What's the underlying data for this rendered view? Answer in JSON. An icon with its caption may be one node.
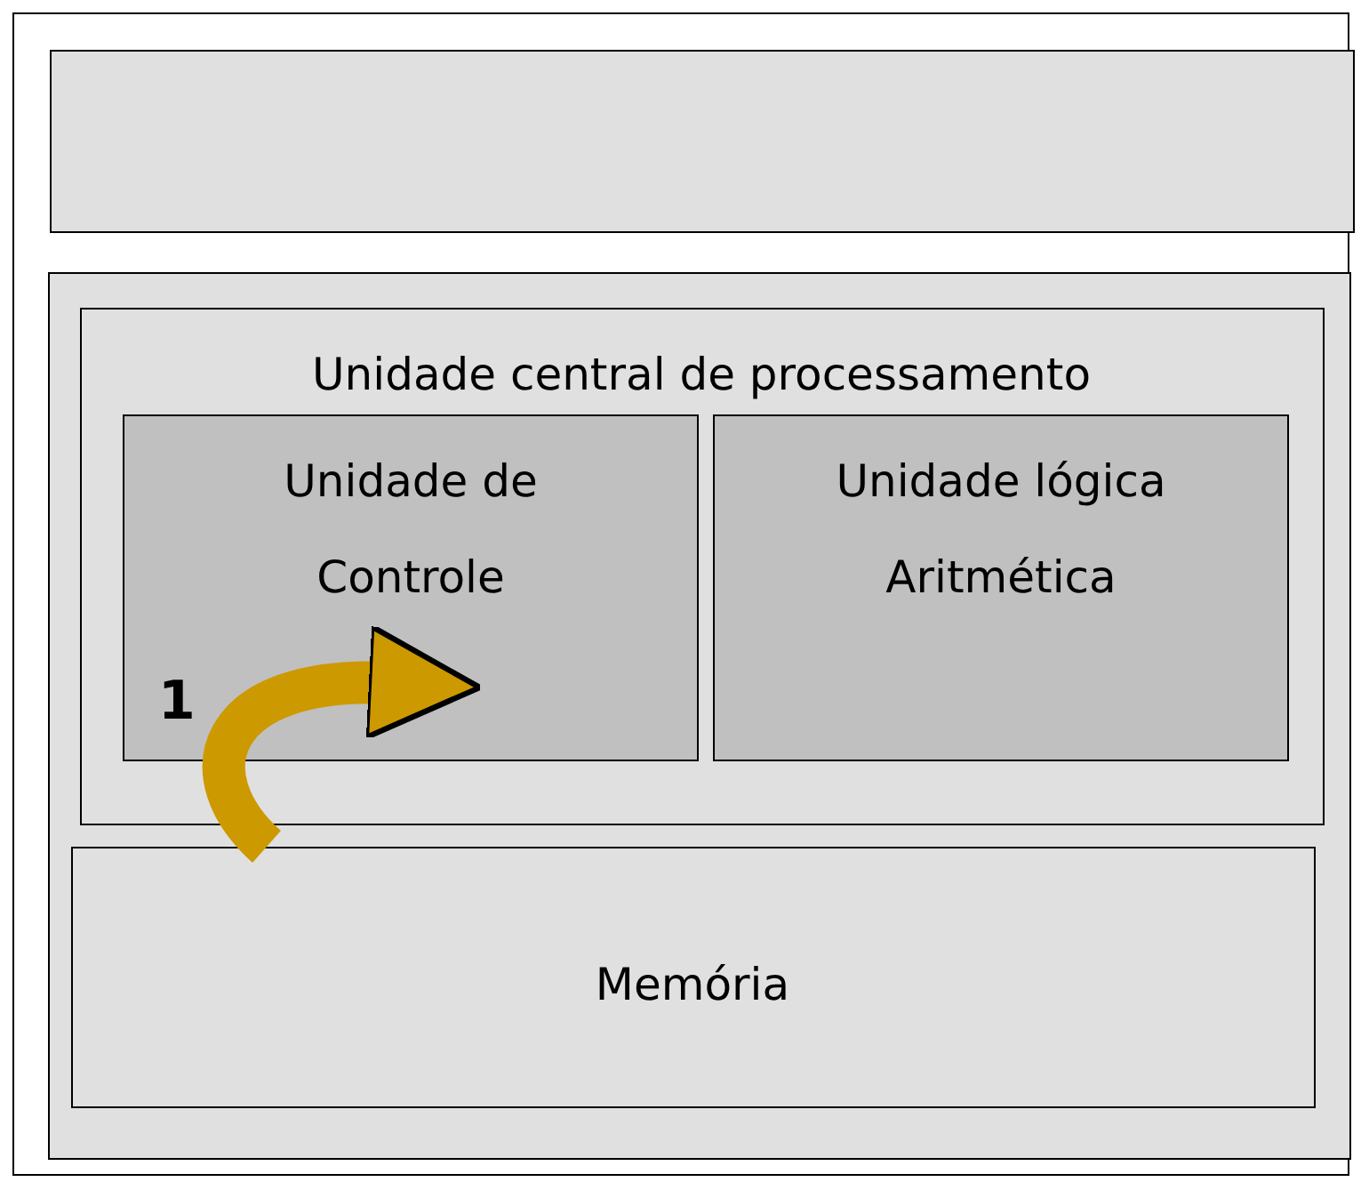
{
  "diagram": {
    "nodes": [
      {
        "text": [],
        "shape": "box"
      },
      {
        "text": [],
        "shape": "box"
      },
      {
        "text": [
          "Unidade central de processamento"
        ],
        "in": 1
      },
      {
        "text": [
          "Unidade de Controle"
        ],
        "in": 2
      },
      {
        "text": [
          "Unidade lógica Aritmética"
        ],
        "in": 2
      },
      {
        "text": [
          "Memória"
        ],
        "in": 1
      }
    ],
    "edges": [
      {
        "from": 5,
        "to": 3,
        "arrow": "to",
        "label": "1",
        "color": "#cc9900"
      }
    ]
  }
}
